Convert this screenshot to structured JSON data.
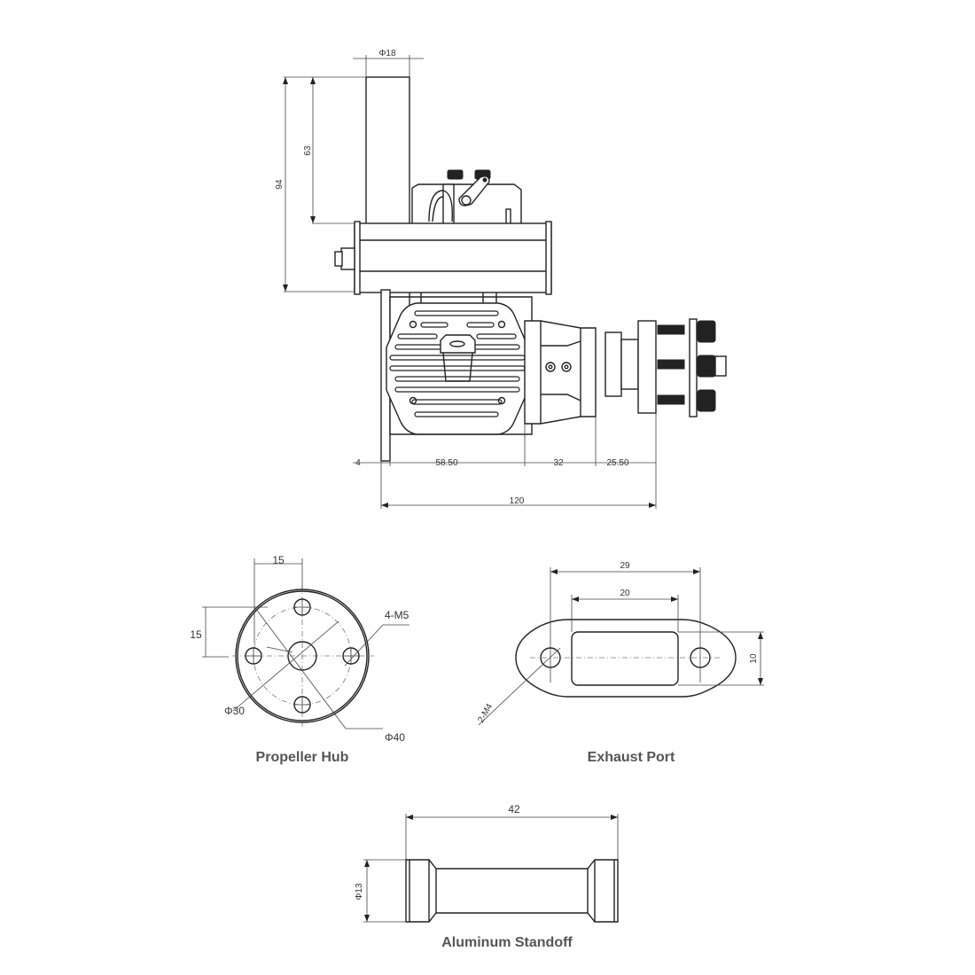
{
  "engine_side_view": {
    "dims": {
      "stack_diameter": "Φ18",
      "total_height": "94",
      "stack_height": "63",
      "plate_thickness": "4",
      "cylinder_width": "58.50",
      "crankcase_length": "32",
      "hub_length": "25.50",
      "overall_length": "120"
    }
  },
  "propeller_hub": {
    "caption": "Propeller Hub",
    "dims": {
      "horizontal_spacing": "15",
      "vertical_spacing": "15",
      "bolt_spec": "4-M5",
      "bolt_circle": "Φ30",
      "outer_diameter": "Φ40"
    }
  },
  "exhaust_port": {
    "caption": "Exhaust Port",
    "dims": {
      "hole_spacing": "29",
      "window_width": "20",
      "window_height": "10",
      "bolt_spec": "2-M4"
    }
  },
  "aluminum_standoff": {
    "caption": "Aluminum Standoff",
    "dims": {
      "length": "42",
      "diameter": "Φ13"
    }
  }
}
